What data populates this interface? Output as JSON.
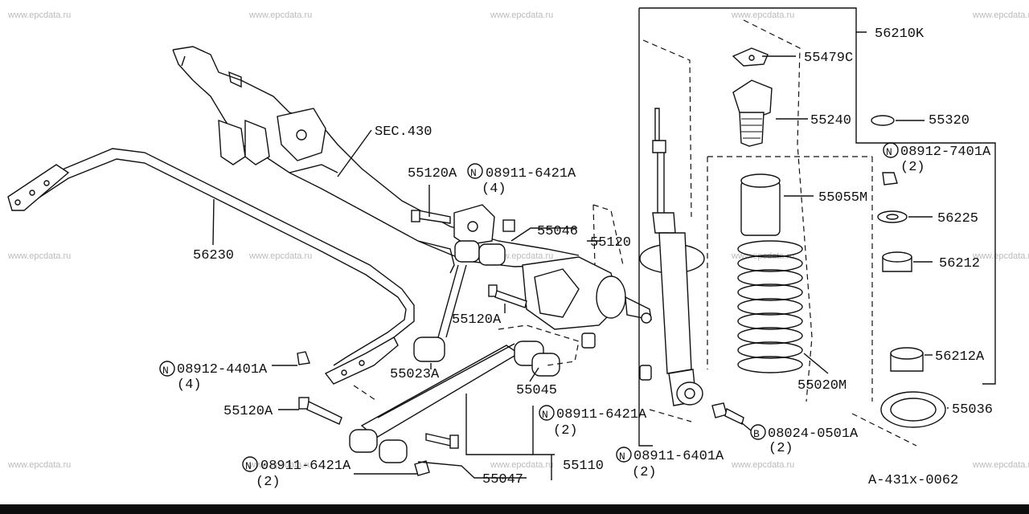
{
  "colors": {
    "ink": "#111111",
    "background": "#ffffff",
    "watermark": "#bbbbbb",
    "bottom_bar": "#0d0d0d"
  },
  "watermark": "www.epcdata.ru",
  "reference": "A-431x-0062",
  "labels": {
    "sec430": "SEC.430",
    "p56230": "56230",
    "p55120A_1": "55120A",
    "n08911_6421A_1": "08911-6421A",
    "qty4_1": "(4)",
    "p55046": "55046",
    "p55120": "55120",
    "p55120A_2": "55120A",
    "p55023A": "55023A",
    "n08912_4401A": "08912-4401A",
    "qty4_2": "(4)",
    "p55120A_3": "55120A",
    "p55045": "55045",
    "n08911_6421A_2": "08911-6421A",
    "qty2_1": "(2)",
    "n08911_6421A_3": "08911-6421A",
    "qty2_2": "(2)",
    "p55047": "55047",
    "p55110": "55110",
    "n08911_6401A": "08911-6401A",
    "qty2_3": "(2)",
    "b08024_0501A": "08024-0501A",
    "qty2_4": "(2)",
    "p56210K": "56210K",
    "p55479C": "55479C",
    "p55240": "55240",
    "p55320": "55320",
    "n08912_7401A": "08912-7401A",
    "qty2_5": "(2)",
    "p55055M": "55055M",
    "p56225": "56225",
    "p56212": "56212",
    "p56212A": "56212A",
    "p55020M": "55020M",
    "p55036": "55036"
  },
  "prefixes": {
    "nut": "N",
    "bolt": "B"
  }
}
